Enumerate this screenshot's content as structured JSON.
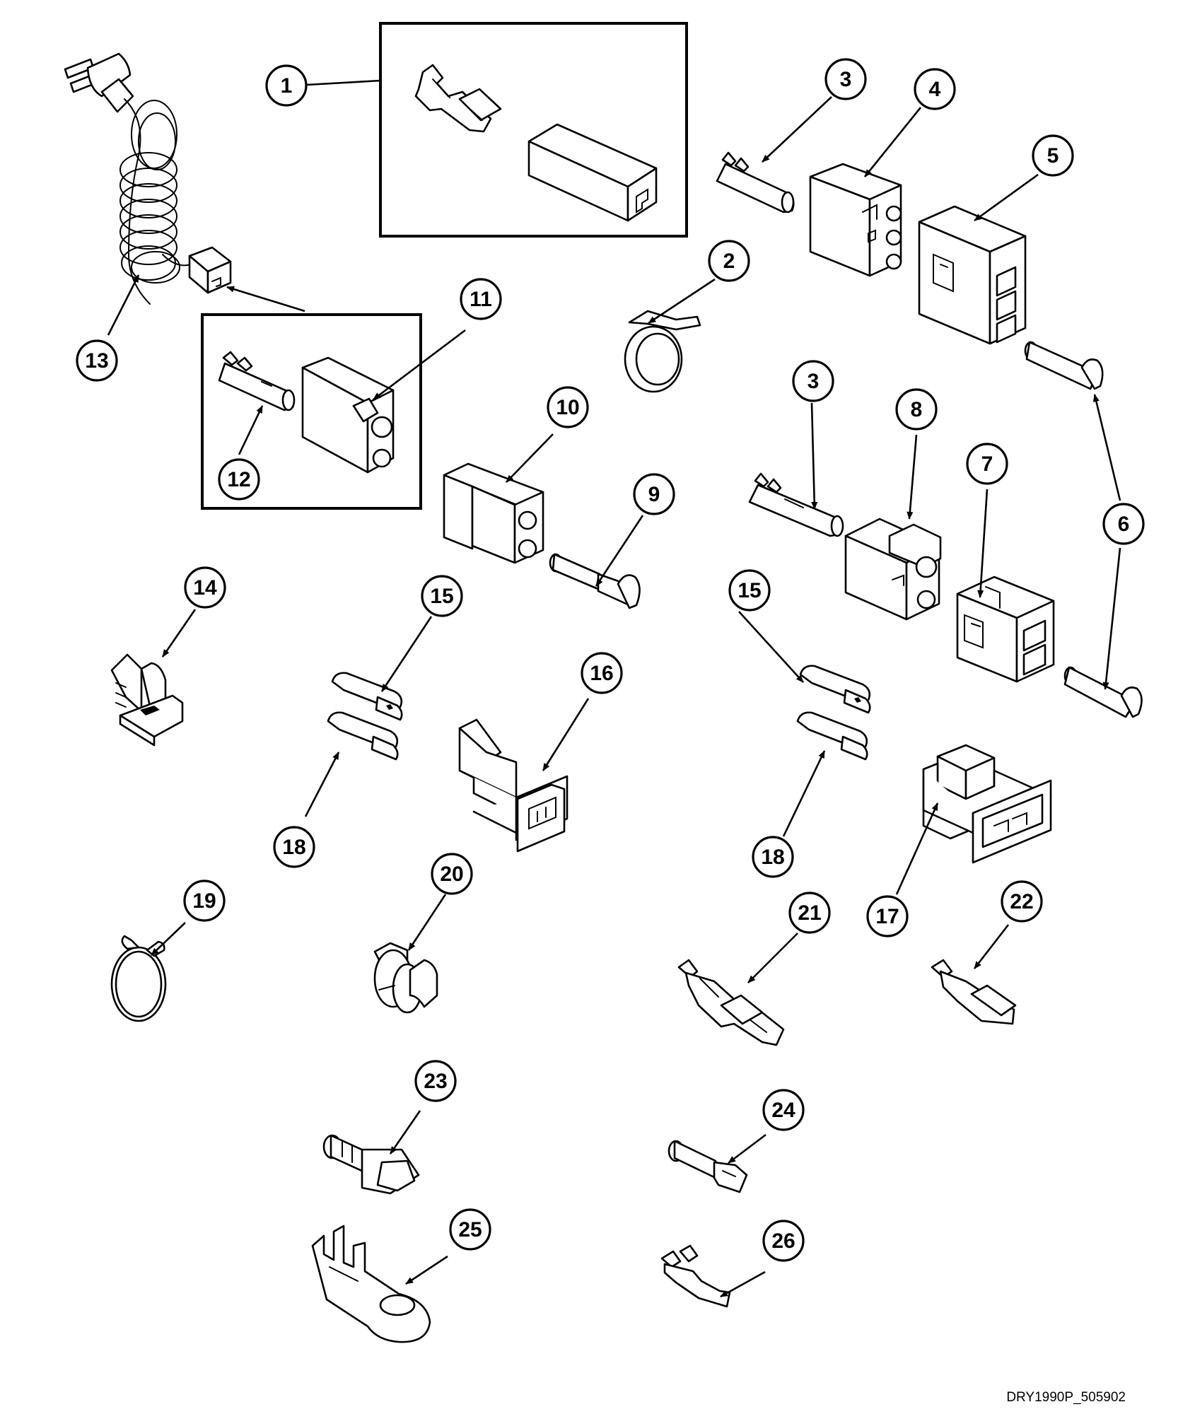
{
  "callouts": [
    "1",
    "2",
    "3",
    "3",
    "4",
    "5",
    "6",
    "7",
    "8",
    "9",
    "10",
    "11",
    "12",
    "13",
    "14",
    "15",
    "15",
    "16",
    "17",
    "18",
    "18",
    "19",
    "20",
    "21",
    "22",
    "23",
    "24",
    "25",
    "26"
  ],
  "drawing_code": "DRY1990P_505902",
  "colors": {
    "line": "#000000",
    "background": "#ffffff"
  }
}
